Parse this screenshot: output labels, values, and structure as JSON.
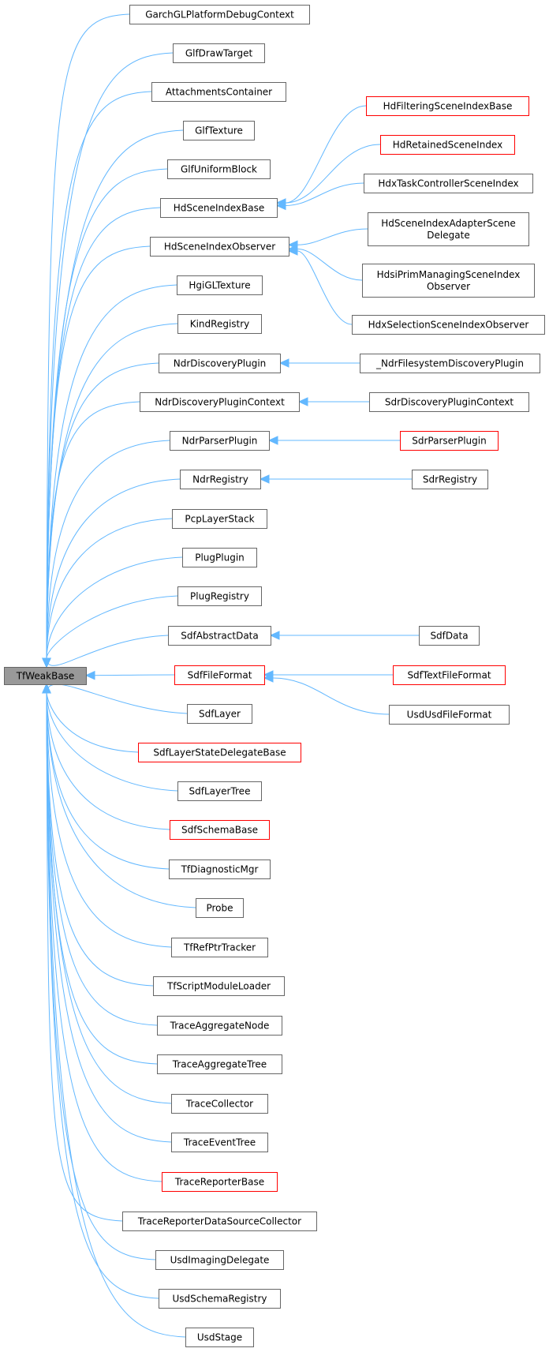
{
  "diagram": {
    "root": "TfWeakBase",
    "nodes": [
      {
        "id": "root",
        "label": "TfWeakBase",
        "style": "root"
      },
      {
        "id": "n1",
        "label": "GarchGLPlatformDebugContext",
        "style": "normal"
      },
      {
        "id": "n2",
        "label": "GlfDrawTarget",
        "style": "normal"
      },
      {
        "id": "n3",
        "label": "AttachmentsContainer",
        "style": "normal"
      },
      {
        "id": "n4",
        "label": "GlfTexture",
        "style": "normal"
      },
      {
        "id": "n5",
        "label": "GlfUniformBlock",
        "style": "normal"
      },
      {
        "id": "n6",
        "label": "HdSceneIndexBase",
        "style": "normal"
      },
      {
        "id": "n7",
        "label": "HdSceneIndexObserver",
        "style": "normal"
      },
      {
        "id": "n8",
        "label": "HgiGLTexture",
        "style": "normal"
      },
      {
        "id": "n9",
        "label": "KindRegistry",
        "style": "normal"
      },
      {
        "id": "n10",
        "label": "NdrDiscoveryPlugin",
        "style": "normal"
      },
      {
        "id": "n11",
        "label": "NdrDiscoveryPluginContext",
        "style": "normal"
      },
      {
        "id": "n12",
        "label": "NdrParserPlugin",
        "style": "normal"
      },
      {
        "id": "n13",
        "label": "NdrRegistry",
        "style": "normal"
      },
      {
        "id": "n14",
        "label": "PcpLayerStack",
        "style": "normal"
      },
      {
        "id": "n15",
        "label": "PlugPlugin",
        "style": "normal"
      },
      {
        "id": "n16",
        "label": "PlugRegistry",
        "style": "normal"
      },
      {
        "id": "n17",
        "label": "SdfAbstractData",
        "style": "normal"
      },
      {
        "id": "n18",
        "label": "SdfFileFormat",
        "style": "red"
      },
      {
        "id": "n19",
        "label": "SdfLayer",
        "style": "normal"
      },
      {
        "id": "n20",
        "label": "SdfLayerStateDelegateBase",
        "style": "red"
      },
      {
        "id": "n21",
        "label": "SdfLayerTree",
        "style": "normal"
      },
      {
        "id": "n22",
        "label": "SdfSchemaBase",
        "style": "red"
      },
      {
        "id": "n23",
        "label": "TfDiagnosticMgr",
        "style": "normal"
      },
      {
        "id": "n24",
        "label": "Probe",
        "style": "normal"
      },
      {
        "id": "n25",
        "label": "TfRefPtrTracker",
        "style": "normal"
      },
      {
        "id": "n26",
        "label": "TfScriptModuleLoader",
        "style": "normal"
      },
      {
        "id": "n27",
        "label": "TraceAggregateNode",
        "style": "normal"
      },
      {
        "id": "n28",
        "label": "TraceAggregateTree",
        "style": "normal"
      },
      {
        "id": "n29",
        "label": "TraceCollector",
        "style": "normal"
      },
      {
        "id": "n30",
        "label": "TraceEventTree",
        "style": "normal"
      },
      {
        "id": "n31",
        "label": "TraceReporterBase",
        "style": "red"
      },
      {
        "id": "n32",
        "label": "TraceReporterDataSourceCollector",
        "style": "normal"
      },
      {
        "id": "n33",
        "label": "UsdImagingDelegate",
        "style": "normal"
      },
      {
        "id": "n34",
        "label": "UsdSchemaRegistry",
        "style": "normal"
      },
      {
        "id": "n35",
        "label": "UsdStage",
        "style": "normal"
      },
      {
        "id": "r1",
        "label": "HdFilteringSceneIndexBase",
        "style": "red"
      },
      {
        "id": "r2",
        "label": "HdRetainedSceneIndex",
        "style": "red"
      },
      {
        "id": "r3",
        "label": "HdxTaskControllerSceneIndex",
        "style": "normal"
      },
      {
        "id": "r4",
        "label": "HdSceneIndexAdapterScene Delegate",
        "lines": [
          "HdSceneIndexAdapterScene",
          "Delegate"
        ],
        "style": "normal"
      },
      {
        "id": "r5",
        "label": "HdsiPrimManagingSceneIndex Observer",
        "lines": [
          "HdsiPrimManagingSceneIndex",
          "Observer"
        ],
        "style": "normal"
      },
      {
        "id": "r6",
        "label": "HdxSelectionSceneIndexObserver",
        "style": "normal"
      },
      {
        "id": "r7",
        "label": "_NdrFilesystemDiscoveryPlugin",
        "style": "normal"
      },
      {
        "id": "r8",
        "label": "SdrDiscoveryPluginContext",
        "style": "normal"
      },
      {
        "id": "r9",
        "label": "SdrParserPlugin",
        "style": "red"
      },
      {
        "id": "r10",
        "label": "SdrRegistry",
        "style": "normal"
      },
      {
        "id": "r11",
        "label": "SdfData",
        "style": "normal"
      },
      {
        "id": "r12",
        "label": "SdfTextFileFormat",
        "style": "red"
      },
      {
        "id": "r13",
        "label": "UsdUsdFileFormat",
        "style": "normal"
      }
    ],
    "edges": [
      {
        "from": "n1",
        "to": "root"
      },
      {
        "from": "n2",
        "to": "root"
      },
      {
        "from": "n3",
        "to": "root"
      },
      {
        "from": "n4",
        "to": "root"
      },
      {
        "from": "n5",
        "to": "root"
      },
      {
        "from": "n6",
        "to": "root"
      },
      {
        "from": "n7",
        "to": "root"
      },
      {
        "from": "n8",
        "to": "root"
      },
      {
        "from": "n9",
        "to": "root"
      },
      {
        "from": "n10",
        "to": "root"
      },
      {
        "from": "n11",
        "to": "root"
      },
      {
        "from": "n12",
        "to": "root"
      },
      {
        "from": "n13",
        "to": "root"
      },
      {
        "from": "n14",
        "to": "root"
      },
      {
        "from": "n15",
        "to": "root"
      },
      {
        "from": "n16",
        "to": "root"
      },
      {
        "from": "n17",
        "to": "root"
      },
      {
        "from": "n18",
        "to": "root"
      },
      {
        "from": "n19",
        "to": "root"
      },
      {
        "from": "n20",
        "to": "root"
      },
      {
        "from": "n21",
        "to": "root"
      },
      {
        "from": "n22",
        "to": "root"
      },
      {
        "from": "n23",
        "to": "root"
      },
      {
        "from": "n24",
        "to": "root"
      },
      {
        "from": "n25",
        "to": "root"
      },
      {
        "from": "n26",
        "to": "root"
      },
      {
        "from": "n27",
        "to": "root"
      },
      {
        "from": "n28",
        "to": "root"
      },
      {
        "from": "n29",
        "to": "root"
      },
      {
        "from": "n30",
        "to": "root"
      },
      {
        "from": "n31",
        "to": "root"
      },
      {
        "from": "n32",
        "to": "root"
      },
      {
        "from": "n33",
        "to": "root"
      },
      {
        "from": "n34",
        "to": "root"
      },
      {
        "from": "n35",
        "to": "root"
      },
      {
        "from": "r1",
        "to": "n6"
      },
      {
        "from": "r2",
        "to": "n6"
      },
      {
        "from": "r3",
        "to": "n6"
      },
      {
        "from": "r4",
        "to": "n7"
      },
      {
        "from": "r5",
        "to": "n7"
      },
      {
        "from": "r6",
        "to": "n7"
      },
      {
        "from": "r7",
        "to": "n10"
      },
      {
        "from": "r8",
        "to": "n11"
      },
      {
        "from": "r9",
        "to": "n12"
      },
      {
        "from": "r10",
        "to": "n13"
      },
      {
        "from": "r11",
        "to": "n17"
      },
      {
        "from": "r12",
        "to": "n18"
      },
      {
        "from": "r13",
        "to": "n18"
      }
    ],
    "colors": {
      "edge": "#63b8ff",
      "box_border": "#666666",
      "box_border_highlight": "#ff0000",
      "root_fill": "#999999",
      "box_fill": "#ffffff"
    }
  }
}
